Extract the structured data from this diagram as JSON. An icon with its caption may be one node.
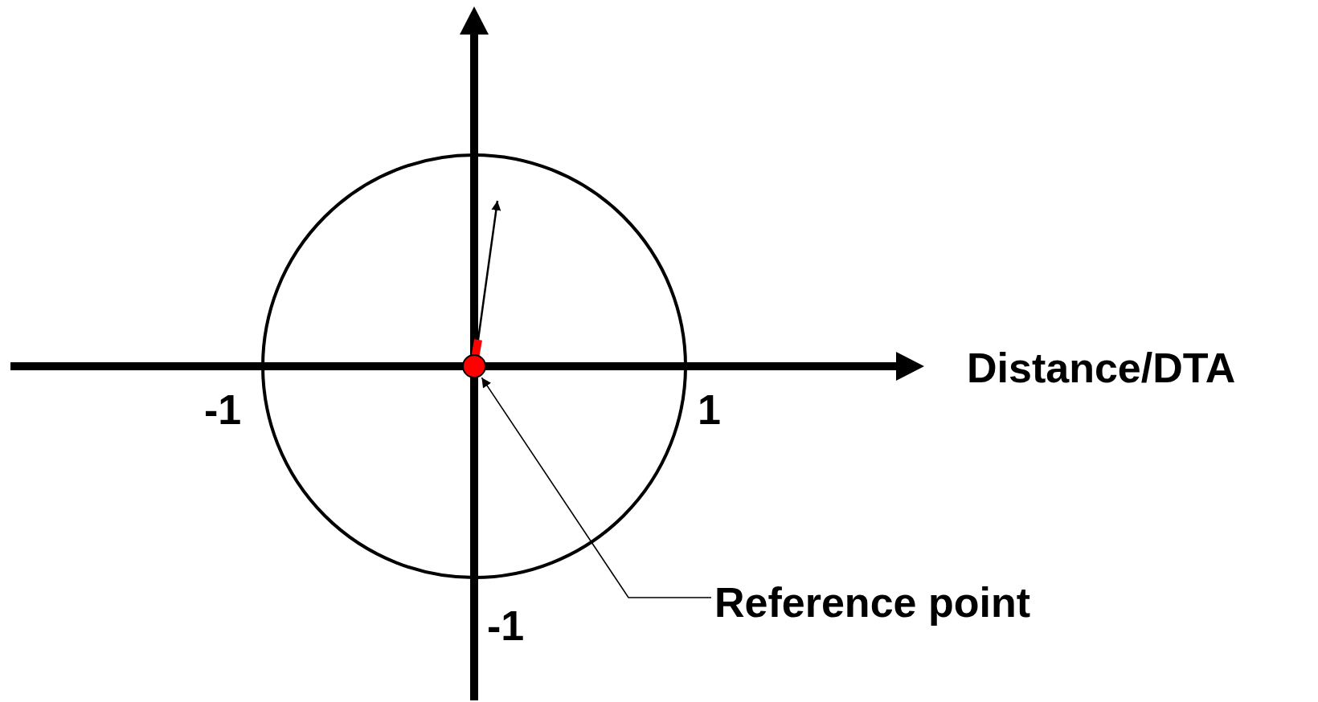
{
  "diagram": {
    "nodes": [
      {
        "text": [
          "Reference point"
        ]
      },
      {
        "text": [],
        "shape": "circle"
      }
    ],
    "edges": [
      {
        "from": 0,
        "to": 1,
        "arrow": "to"
      }
    ],
    "labels": [
      "Distance/DTA",
      "-1",
      "1",
      "-1"
    ]
  }
}
